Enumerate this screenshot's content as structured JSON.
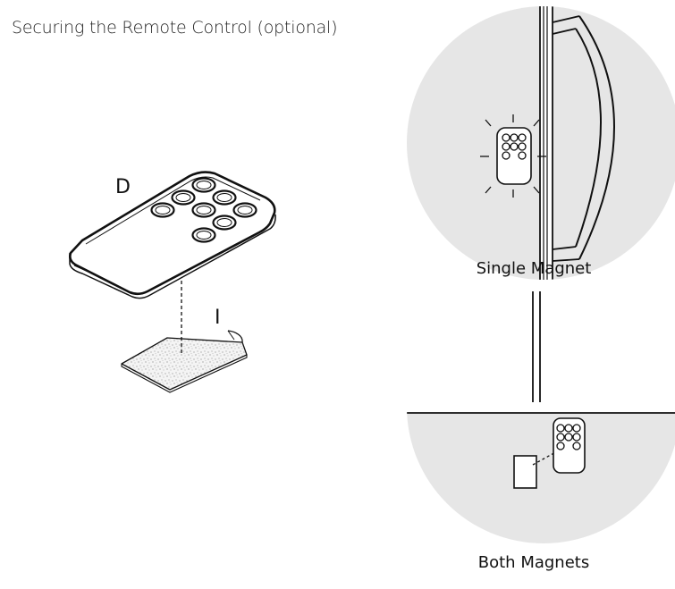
{
  "title": "Securing the Remote Control (optional)",
  "labels": {
    "remote_letter": "D",
    "pad_letter": "I",
    "single_magnet": "Single Magnet",
    "both_magnets": "Both Magnets"
  },
  "colors": {
    "ink": "#111111",
    "circle_fill": "#e6e6e6",
    "background": "#ffffff"
  },
  "icons": {
    "remote": "remote-control-icon",
    "adhesive_pad": "adhesive-pad-icon",
    "magnet_plate": "magnet-plate-icon",
    "glow": "glow-rays-icon"
  }
}
